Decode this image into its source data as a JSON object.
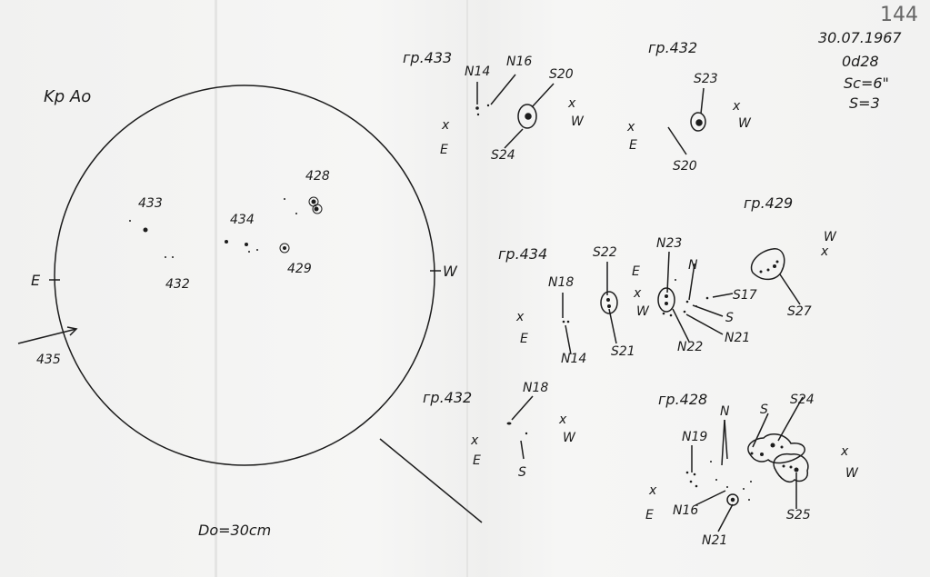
{
  "header": {
    "page_number": "144",
    "date": "30.07.1967",
    "time": "0d28",
    "sc": "Sc=6\"",
    "s": "S=3"
  },
  "disk": {
    "title": "Kp Ao",
    "east": "E",
    "west": "W",
    "aperture": "Do=30cm",
    "groups": [
      "433",
      "434",
      "428",
      "429",
      "432",
      "435"
    ]
  },
  "g433": {
    "title": "гр.433",
    "labels": [
      "N14",
      "N16",
      "S20",
      "S24"
    ],
    "x": "x",
    "e": "E",
    "w": "W"
  },
  "g432a": {
    "title": "гр.432",
    "labels": [
      "S23",
      "S20"
    ],
    "x": "x",
    "e": "E",
    "w": "W"
  },
  "g434": {
    "title": "гр.434",
    "labels": [
      "N18",
      "N14",
      "S22",
      "S21",
      "N23",
      "N",
      "S17",
      "S",
      "N21",
      "N22"
    ],
    "x": "x",
    "e": "E",
    "w": "W"
  },
  "g429": {
    "title": "гр.429",
    "labels": [
      "S27"
    ],
    "x": "x",
    "w": "W"
  },
  "g432b": {
    "title": "гр.432",
    "labels": [
      "N18",
      "S"
    ],
    "x": "x",
    "e": "E",
    "w": "W"
  },
  "g428": {
    "title": "гр.428",
    "labels": [
      "N",
      "S",
      "S24",
      "N19",
      "N16",
      "N21",
      "S25"
    ],
    "x": "x",
    "e": "E",
    "w": "W"
  }
}
